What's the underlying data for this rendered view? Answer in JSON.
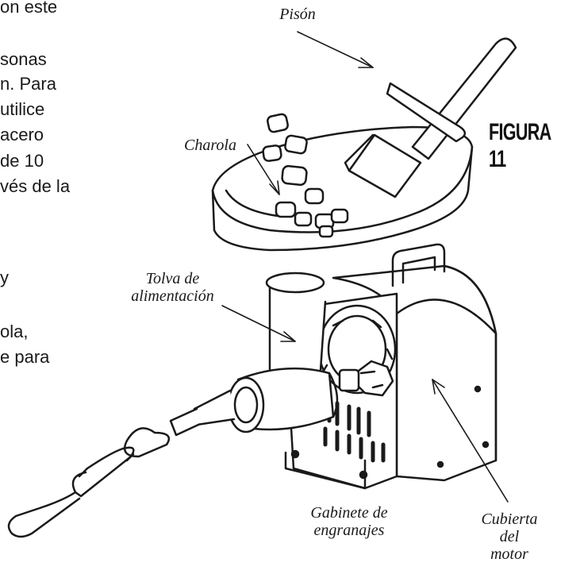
{
  "figure": {
    "title": "FIGURA 11"
  },
  "body_text_lines": [
    "on este",
    "sonas",
    "n.  Para",
    "utilice",
    "acero",
    "de 10",
    "vés de la",
    "y",
    "ola,",
    "e para"
  ],
  "labels": {
    "tamper": "Pisón",
    "tray": "Charola",
    "feed_tube_line1": "Tolva de",
    "feed_tube_line2": "alimentación",
    "gear_housing_line1": "Gabinete de",
    "gear_housing_line2": "engranajes",
    "motor_cover_line1": "Cubierta",
    "motor_cover_line2": "del",
    "motor_cover_line3": "motor"
  }
}
